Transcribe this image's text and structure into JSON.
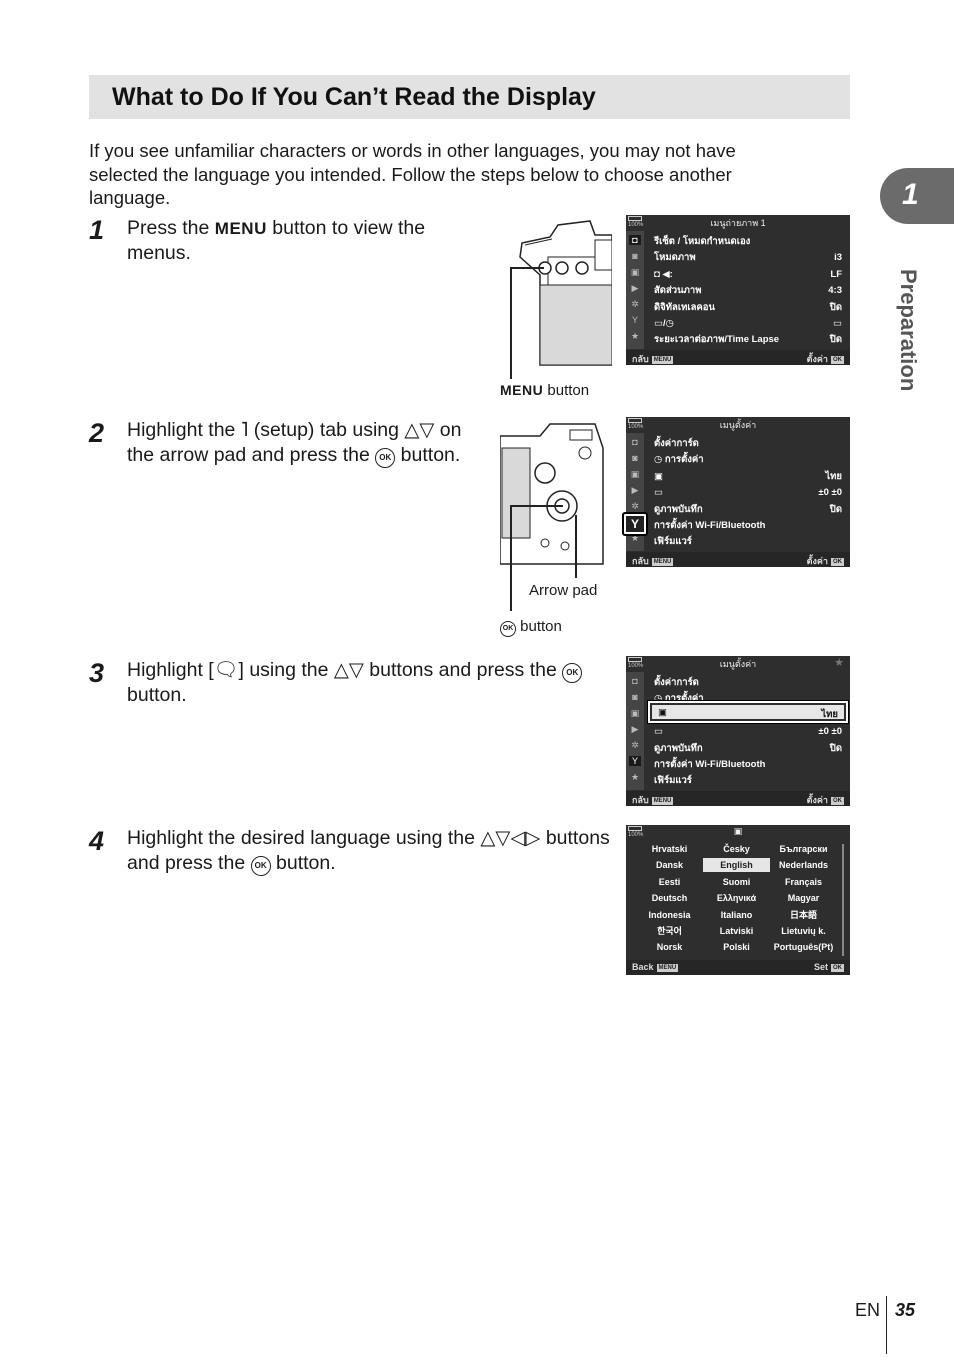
{
  "title": "What to Do If You Can’t Read the Display",
  "intro": "If you see unfamiliar characters or words in other languages, you may not have selected the language you intended. Follow the steps below to choose another language.",
  "side_tab": {
    "number": "1",
    "label": "Preparation"
  },
  "steps": [
    {
      "num": "1",
      "pre": "Press the ",
      "menu": "MENU",
      "post": " button to view the menus."
    },
    {
      "num": "2",
      "pre": "Highlight the ",
      "icon": "˥",
      "mid": " (setup) tab using △▽ on the arrow pad and press the ",
      "ok": "OK",
      "post": " button."
    },
    {
      "num": "3",
      "pre": "Highlight [",
      "icon": "🗨",
      "mid": "] using the △▽ buttons and press the ",
      "ok": "OK",
      "post": " button."
    },
    {
      "num": "4",
      "pre": "Highlight the desired language using the △▽◁▷ buttons and press the ",
      "ok": "OK",
      "post": " button."
    }
  ],
  "callouts": {
    "menu_button": {
      "menu": "MENU",
      "text": " button"
    },
    "arrow_pad": "Arrow pad",
    "ok_button": {
      "ok": "OK",
      "text": " button"
    }
  },
  "screen1": {
    "header": "เมนูถ่ายภาพ 1",
    "battery": "100%",
    "rows": [
      {
        "label": "รีเซ็ต / โหมดกำหนดเอง",
        "value": ""
      },
      {
        "label": "โหมดภาพ",
        "value": "i3"
      },
      {
        "label": "◘ ◀:",
        "value": "LF"
      },
      {
        "label": "สัดส่วนภาพ",
        "value": "4:3"
      },
      {
        "label": "ดิจิทัลเทเลคอน",
        "value": "ปิด"
      },
      {
        "label": "▭/◷",
        "value": "▭"
      },
      {
        "label": "ระยะเวลาต่อภาพ/Time Lapse",
        "value": "ปิด"
      }
    ],
    "footer_left": "กลับ",
    "footer_left_chip": "MENU",
    "footer_right": "ตั้งค่า",
    "footer_right_chip": "OK"
  },
  "screen2": {
    "header": "เมนูตั้งค่า",
    "battery": "100%",
    "rows": [
      {
        "label": "ตั้งค่าการ์ด",
        "value": ""
      },
      {
        "label": "◷ การตั้งค่า",
        "value": ""
      },
      {
        "label": "▣",
        "value": "ไทย"
      },
      {
        "label": "▭",
        "value": "±0 ±0"
      },
      {
        "label": "ดูภาพบันทึก",
        "value": "ปิด"
      },
      {
        "label": "การตั้งค่า Wi-Fi/Bluetooth",
        "value": ""
      },
      {
        "label": "เฟิร์มแวร์",
        "value": ""
      }
    ],
    "footer_left": "กลับ",
    "footer_left_chip": "MENU",
    "footer_right": "ตั้งค่า",
    "footer_right_chip": "OK"
  },
  "screen3": {
    "header": "เมนูตั้งค่า",
    "battery": "100%",
    "highlight": {
      "label": "▣",
      "value": "ไทย"
    },
    "rows": [
      {
        "label": "ตั้งค่าการ์ด",
        "value": ""
      },
      {
        "label": "◷ การตั้งค่า",
        "value": ""
      },
      {
        "label": "",
        "value": ""
      },
      {
        "label": "▭",
        "value": "±0 ±0"
      },
      {
        "label": "ดูภาพบันทึก",
        "value": "ปิด"
      },
      {
        "label": "การตั้งค่า Wi-Fi/Bluetooth",
        "value": ""
      },
      {
        "label": "เฟิร์มแวร์",
        "value": ""
      }
    ],
    "footer_left": "กลับ",
    "footer_left_chip": "MENU",
    "footer_right": "ตั้งค่า",
    "footer_right_chip": "OK"
  },
  "screen4": {
    "header": "▣",
    "battery": "100%",
    "languages": [
      [
        "Hrvatski",
        "Česky",
        "Български"
      ],
      [
        "Dansk",
        "English",
        "Nederlands"
      ],
      [
        "Eesti",
        "Suomi",
        "Français"
      ],
      [
        "Deutsch",
        "Ελληνικά",
        "Magyar"
      ],
      [
        "Indonesia",
        "Italiano",
        "日本語"
      ],
      [
        "한국어",
        "Latviski",
        "Lietuvių k."
      ],
      [
        "Norsk",
        "Polski",
        "Português(Pt)"
      ]
    ],
    "selected": "English",
    "footer_left": "Back",
    "footer_left_chip": "MENU",
    "footer_right": "Set",
    "footer_right_chip": "OK"
  },
  "footer": {
    "lang": "EN",
    "page": "35"
  }
}
